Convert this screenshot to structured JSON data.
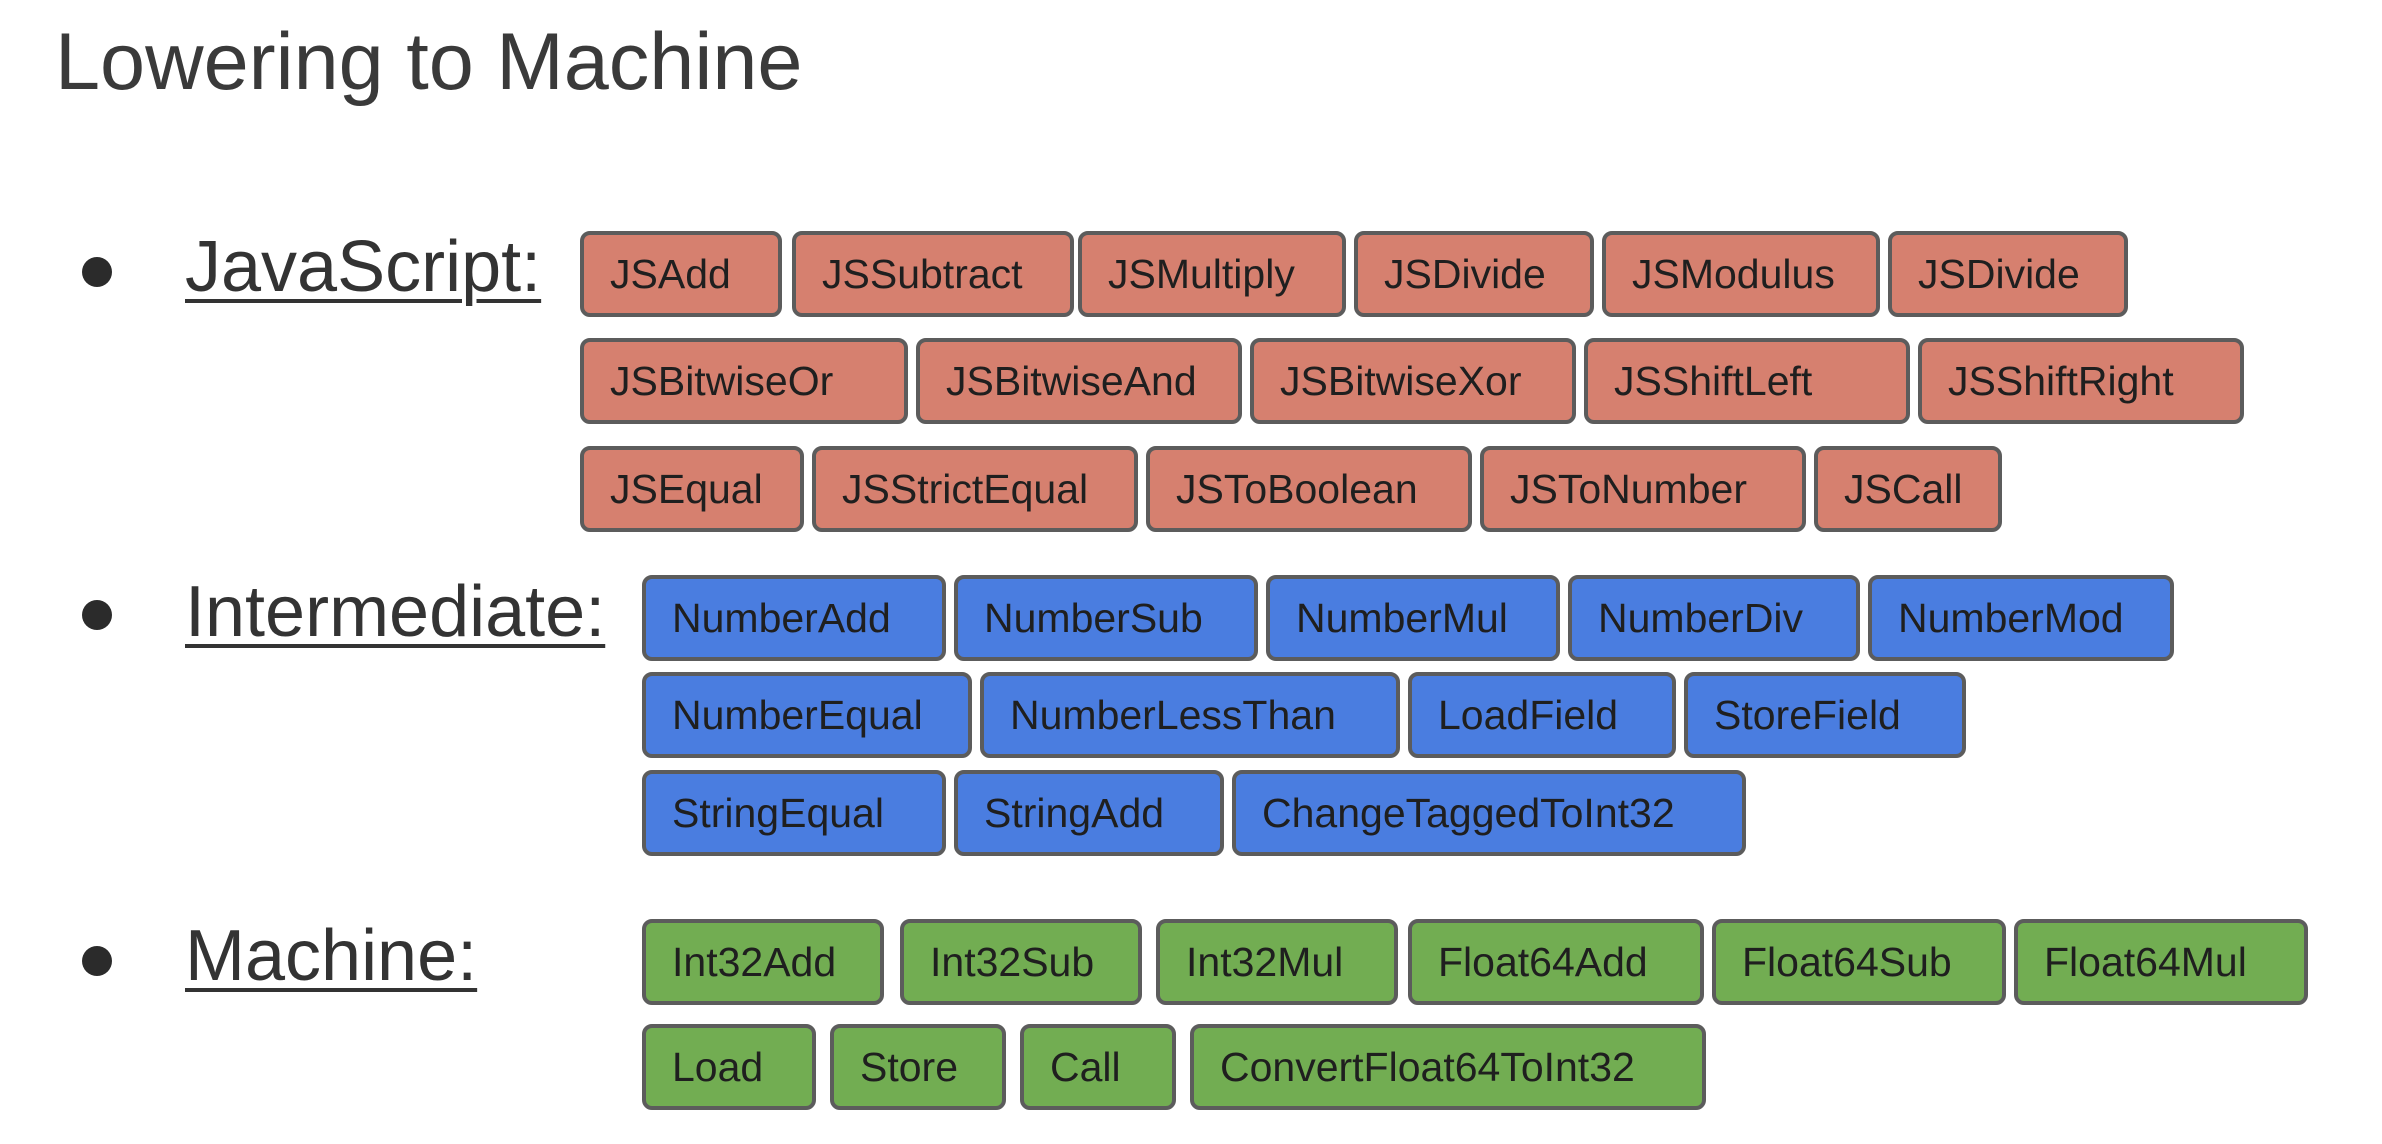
{
  "title": "Lowering to Machine",
  "colors": {
    "javascript": "#d6806f",
    "intermediate": "#4a7de0",
    "machine": "#72ad52",
    "border": "#5c5c5c"
  },
  "sections": [
    {
      "label": "JavaScript:",
      "rows": [
        [
          "JSAdd",
          "JSSubtract",
          "JSMultiply",
          "JSDivide",
          "JSModulus",
          "JSDivide"
        ],
        [
          "JSBitwiseOr",
          "JSBitwiseAnd",
          "JSBitwiseXor",
          "JSShiftLeft",
          "JSShiftRight"
        ],
        [
          "JSEqual",
          "JSStrictEqual",
          "JSToBoolean",
          "JSToNumber",
          "JSCall"
        ]
      ]
    },
    {
      "label": "Intermediate:",
      "rows": [
        [
          "NumberAdd",
          "NumberSub",
          "NumberMul",
          "NumberDiv",
          "NumberMod"
        ],
        [
          "NumberEqual",
          "NumberLessThan",
          "LoadField",
          "StoreField"
        ],
        [
          "StringEqual",
          "StringAdd",
          "ChangeTaggedToInt32"
        ]
      ]
    },
    {
      "label": "Machine:",
      "rows": [
        [
          "Int32Add",
          "Int32Sub",
          "Int32Mul",
          "Float64Add",
          "Float64Sub",
          "Float64Mul"
        ],
        [
          "Load",
          "Store",
          "Call",
          "ConvertFloat64ToInt32"
        ]
      ]
    }
  ]
}
